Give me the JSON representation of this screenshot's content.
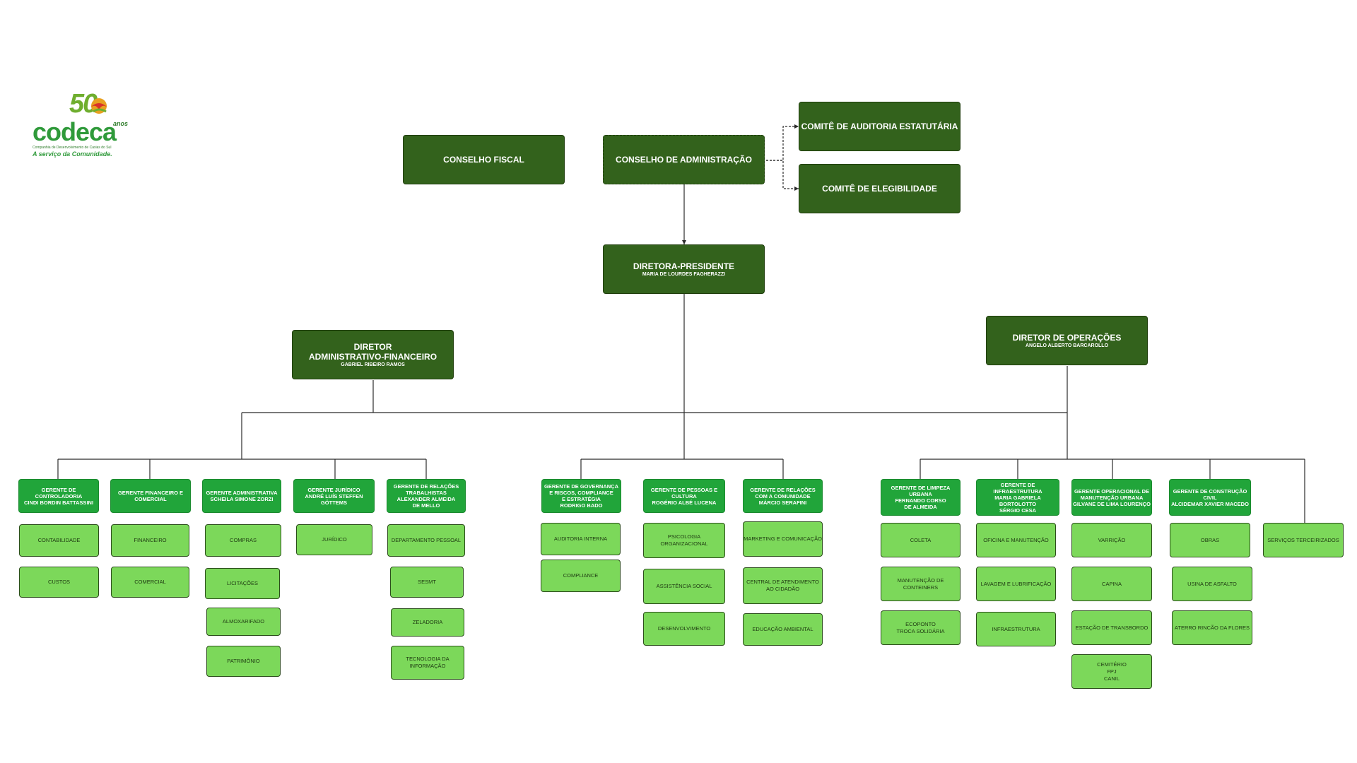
{
  "logo": {
    "anniversary": "50",
    "anos": "anos",
    "brand": "codeca",
    "company_line": "Companhia de Desenvolvimento de Caxias do Sul",
    "slogan": "A serviço da Comunidade."
  },
  "board": {
    "fiscal": "CONSELHO FISCAL",
    "admin": "CONSELHO DE ADMINISTRAÇÃO",
    "audit_committee": "COMITÊ DE AUDITORIA ESTATUTÁRIA",
    "eligibility_committee": "COMITÊ DE ELEGIBILIDADE"
  },
  "president": {
    "title": "DIRETORA-PRESIDENTE",
    "name": "MARIA DE LOURDES FAGHERAZZI"
  },
  "dir_admin": {
    "title": "DIRETOR\nADMINISTRATIVO-FINANCEIRO",
    "name": "GABRIEL RIBEIRO RAMOS"
  },
  "dir_ops": {
    "title": "DIRETOR DE OPERAÇÕES",
    "name": "ANGELO ALBERTO BARCAROLLO"
  },
  "managers": [
    {
      "title": "GERENTE DE\nCONTROLADORIA\nCINDI BORDIN BATTASSINI",
      "units": [
        "CONTABILIDADE",
        "CUSTOS"
      ]
    },
    {
      "title": "GERENTE FINANCEIRO E\nCOMERCIAL",
      "units": [
        "FINANCEIRO",
        "COMERCIAL"
      ]
    },
    {
      "title": "GERENTE  ADMINISTRATIVA\nSCHEILA SIMONE ZORZI",
      "units": [
        "COMPRAS",
        "LICITAÇÕES",
        "ALMOXARIFADO",
        "PATRIMÔNIO"
      ]
    },
    {
      "title": "GERENTE JURÍDICO\nANDRÉ LUÍS STEFFEN\nGÖTTEMS",
      "units": [
        "JURÍDICO"
      ]
    },
    {
      "title": "GERENTE DE RELAÇÕES\nTRABALHISTAS\nALEXANDER ALMEIDA\nDE MELLO",
      "units": [
        "DEPARTAMENTO PESSOAL",
        "SESMT",
        "ZELADORIA",
        "TECNOLOGIA DA\nINFORMAÇÃO"
      ]
    },
    {
      "title": "GERENTE DE GOVERNANÇA\nE RISCOS, COMPLIANCE\nE ESTRATÉGIA\nRODRIGO BADO",
      "units": [
        "AUDITORIA INTERNA",
        "COMPLIANCE"
      ]
    },
    {
      "title": "GERENTE DE PESSOAS E\nCULTURA\nROGÉRIO ALBÉ LUCENA",
      "units": [
        "PSICOLOGIA ORGANIZACIONAL",
        "ASSISTÊNCIA SOCIAL",
        "DESENVOLVIMENTO"
      ]
    },
    {
      "title": "GERENTE DE RELAÇÕES\nCOM A COMUNIDADE\nMÁRCIO SERAFINI",
      "units": [
        "MARKETING E COMUNICAÇÃO",
        "CENTRAL DE ATENDIMENTO\nAO CIDADÃO",
        "EDUCAÇÃO AMBIENTAL"
      ]
    },
    {
      "title": "GERENTE DE LIMPEZA\nURBANA\nFERNANDO CORSO\nDE ALMEIDA",
      "units": [
        "COLETA",
        "MANUTENÇÃO DE CONTEINERS",
        "ECOPONTO\nTROCA SOLIDÁRIA"
      ]
    },
    {
      "title": "GERENTE DE\nINFRAESTRUTURA\nMARIA GABRIELA BORTOLOTTO\nSÉRGIO CESA",
      "units": [
        "OFICINA E MANUTENÇÃO",
        "LAVAGEM E LUBRIFICAÇÃO",
        "INFRAESTRUTURA"
      ]
    },
    {
      "title": "GERENTE OPERACIONAL DE\nMANUTENÇÃO URBANA\nGILVANE DE LIMA LOURENÇO",
      "units": [
        "VARRIÇÃO",
        "CAPINA",
        "ESTAÇÃO DE TRANSBORDO",
        "CEMITÉRIO\nFPJ\nCANIL"
      ]
    },
    {
      "title": "GERENTE DE CONSTRUÇÃO\nCIVIL\nALCIDEMAR XAVIER MACEDO",
      "units": [
        "OBRAS",
        "USINA DE ASFALTO",
        "ATERRO RINCÃO DA FLORES"
      ]
    }
  ],
  "standalone": {
    "outsourced": "SERVIÇOS TERCEIRIZADOS"
  }
}
